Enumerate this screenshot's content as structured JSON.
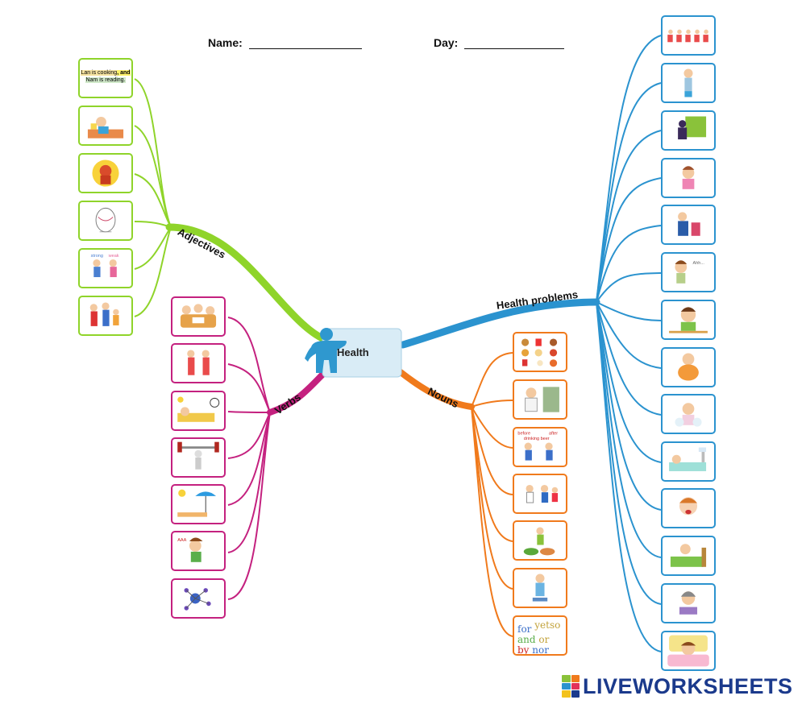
{
  "header": {
    "name_label": "Name:",
    "day_label": "Day:"
  },
  "center": {
    "label": "Health"
  },
  "branches": {
    "adjectives": {
      "label": "Adjectives",
      "color": "#8fd42a"
    },
    "verbs": {
      "label": "Verbs",
      "color": "#c4217f"
    },
    "nouns": {
      "label": "Nouns",
      "color": "#f07a1c"
    },
    "health_problems": {
      "label": "Health problems",
      "color": "#2b93cf"
    }
  },
  "adjective_cards": {
    "first_text": "Lan is cooking",
    "first_highlight": ", and",
    "first_text2": "Nam is reading."
  },
  "noun_cards": {
    "before": "before",
    "after": "after",
    "drinking": "drinking beer",
    "conj_words": [
      "for",
      "yet",
      "so",
      "and",
      "or",
      "by",
      "nor"
    ]
  },
  "footer": {
    "logo_text": "LIVEWORKSHEETS"
  }
}
